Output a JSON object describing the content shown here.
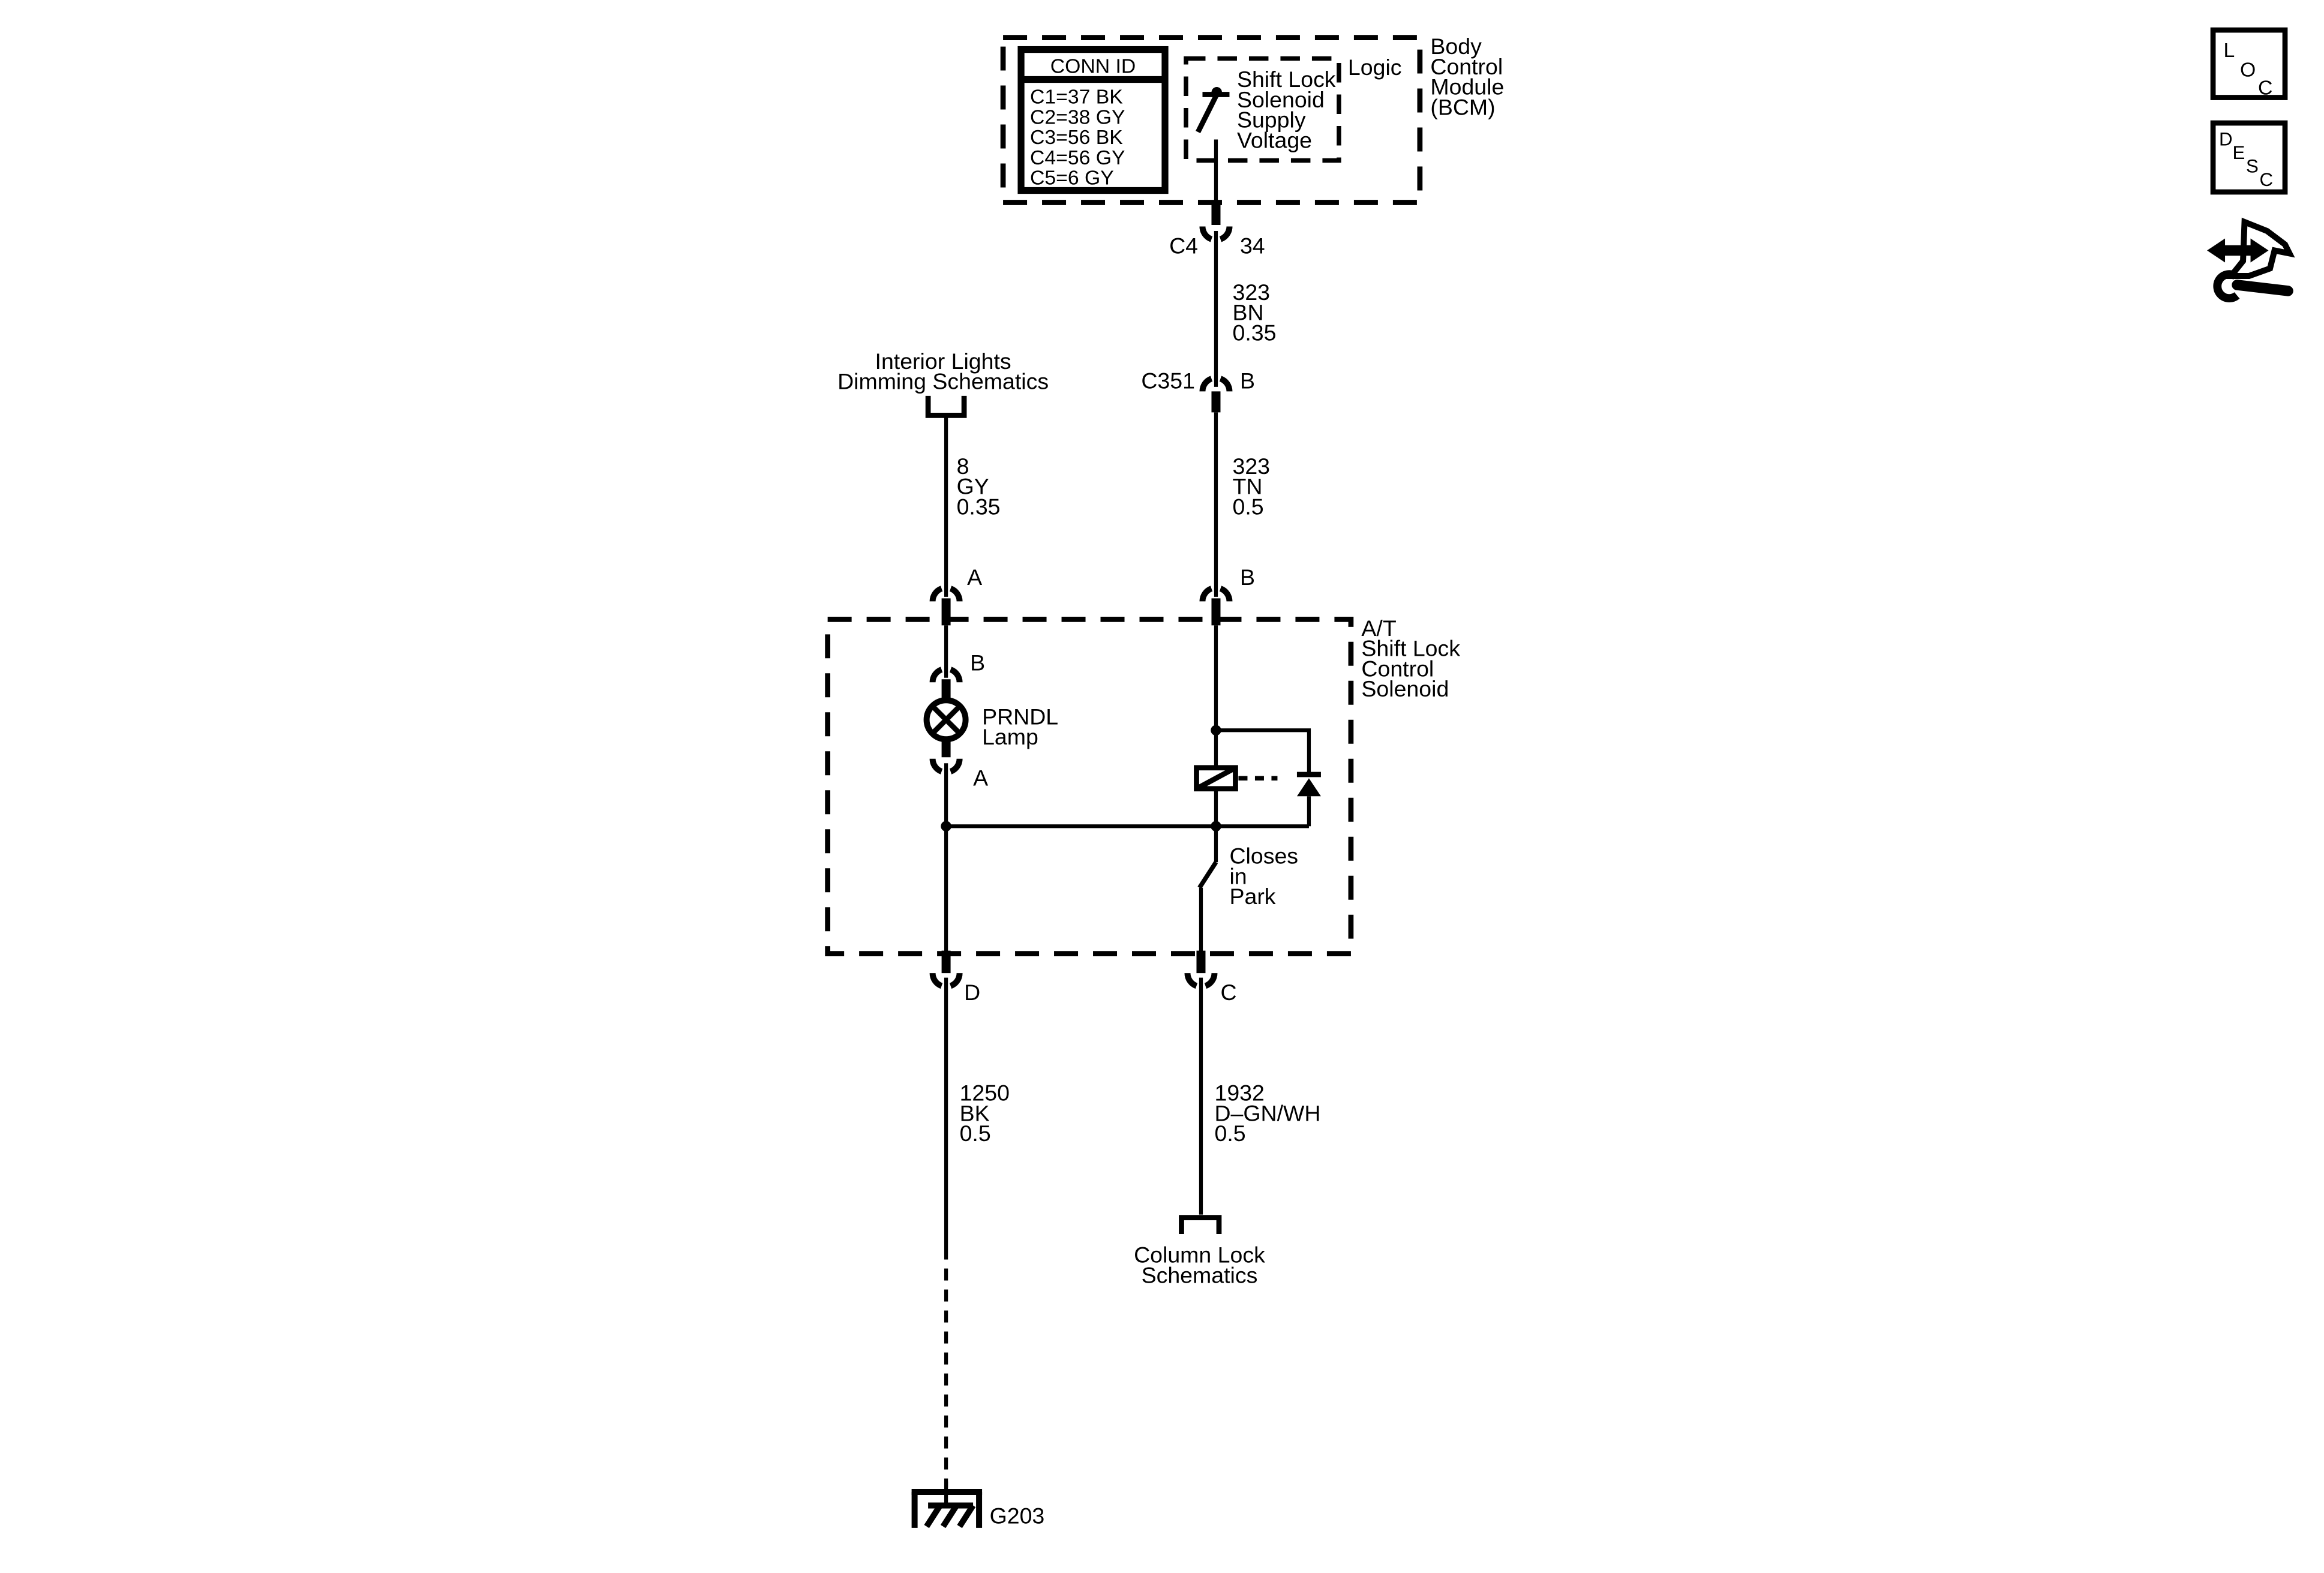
{
  "colors": {
    "ink": "#000000",
    "paper": "#ffffff"
  },
  "toolbar_icons": {
    "loc_letters": [
      "L",
      "O",
      "C"
    ],
    "desc_letters": [
      "D",
      "E",
      "S",
      "C"
    ]
  },
  "bcm": {
    "module_lines": [
      "Body",
      "Control",
      "Module",
      "(BCM)"
    ],
    "logic_label": "Logic",
    "conn_table": {
      "header": "CONN ID",
      "rows": [
        "C1=37 BK",
        "C2=38 GY",
        "C3=56 BK",
        "C4=56 GY",
        "C5=6 GY"
      ]
    },
    "switch_lines": [
      "Shift Lock",
      "Solenoid",
      "Supply",
      "Voltage"
    ]
  },
  "connector_c4": {
    "id": "C4",
    "pin": "34"
  },
  "connector_c351": {
    "id": "C351",
    "pin": "B"
  },
  "wire_323bn": {
    "l1": "323",
    "l2": "BN",
    "l3": "0.35"
  },
  "wire_323tn": {
    "l1": "323",
    "l2": "TN",
    "l3": "0.5"
  },
  "wire_8gy": {
    "l1": "8",
    "l2": "GY",
    "l3": "0.35"
  },
  "wire_1250bk": {
    "l1": "1250",
    "l2": "BK",
    "l3": "0.5"
  },
  "wire_1932": {
    "l1": "1932",
    "l2": "D–GN/WH",
    "l3": "0.5"
  },
  "offpage_interior": {
    "l1": "Interior Lights",
    "l2": "Dimming Schematics"
  },
  "offpage_column": {
    "l1": "Column Lock",
    "l2": "Schematics"
  },
  "at_box": {
    "label_lines": [
      "A/T",
      "Shift Lock",
      "Control",
      "Solenoid"
    ],
    "pin_in_left": "A",
    "pin_in_right": "B",
    "pin_out_left": "D",
    "pin_out_right": "C",
    "lamp_pin_top": "B",
    "lamp_pin_bottom": "A",
    "lamp_lines": [
      "PRNDL",
      "Lamp"
    ],
    "switch_note": [
      "Closes",
      "in",
      "Park"
    ]
  },
  "ground_label": "G203"
}
